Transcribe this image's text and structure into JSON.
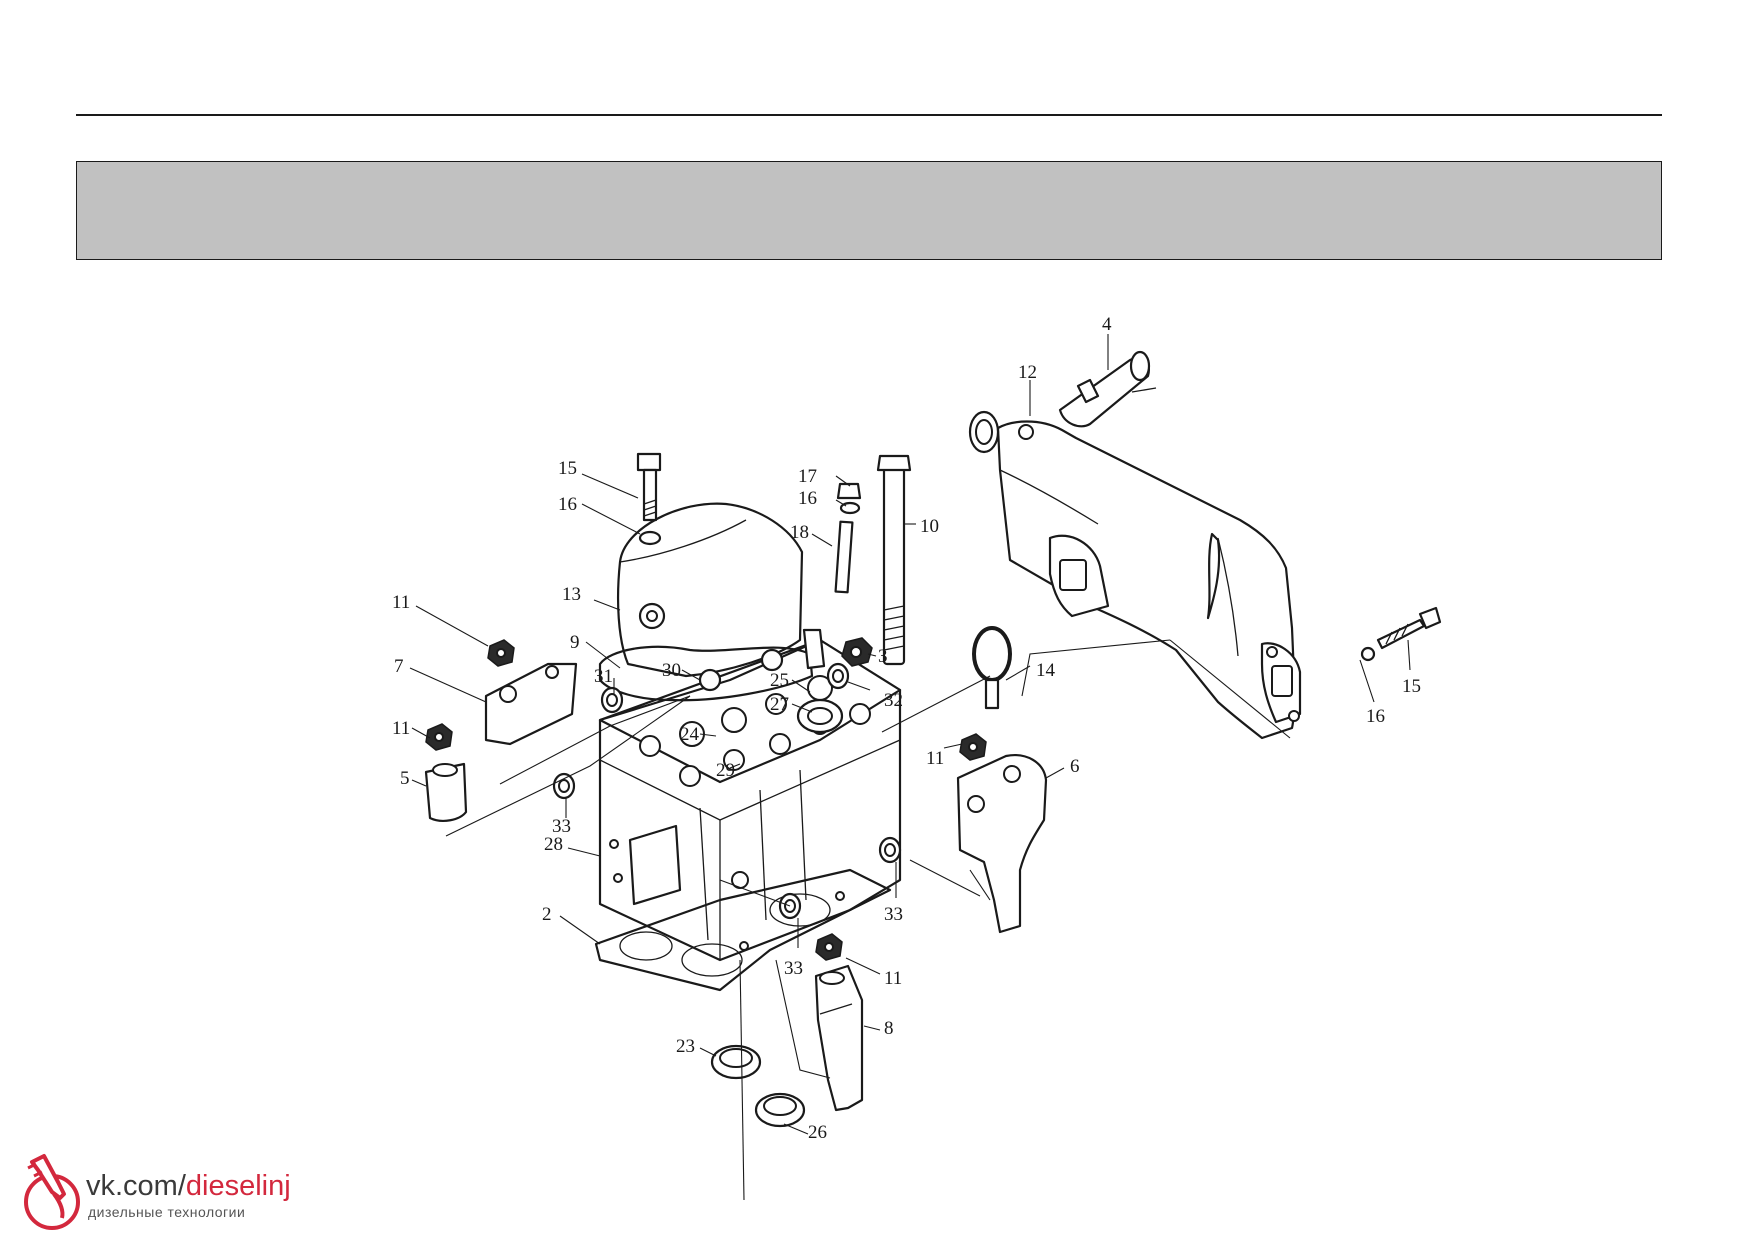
{
  "diagram": {
    "callouts": [
      "4",
      "12",
      "15",
      "16",
      "17",
      "16",
      "10",
      "18",
      "13",
      "11",
      "9",
      "30",
      "3",
      "7",
      "31",
      "25",
      "27",
      "32",
      "14",
      "11",
      "24",
      "29",
      "11",
      "6",
      "5",
      "33",
      "28",
      "33",
      "2",
      "33",
      "11",
      "8",
      "23",
      "26",
      "16",
      "15"
    ]
  },
  "watermark": {
    "brand_prefix": "vk.com/",
    "brand_suffix": "dieselinj",
    "tagline": "дизельные технологии",
    "accent_color": "#d3283d",
    "logo_icon": "injector-logo-icon"
  }
}
